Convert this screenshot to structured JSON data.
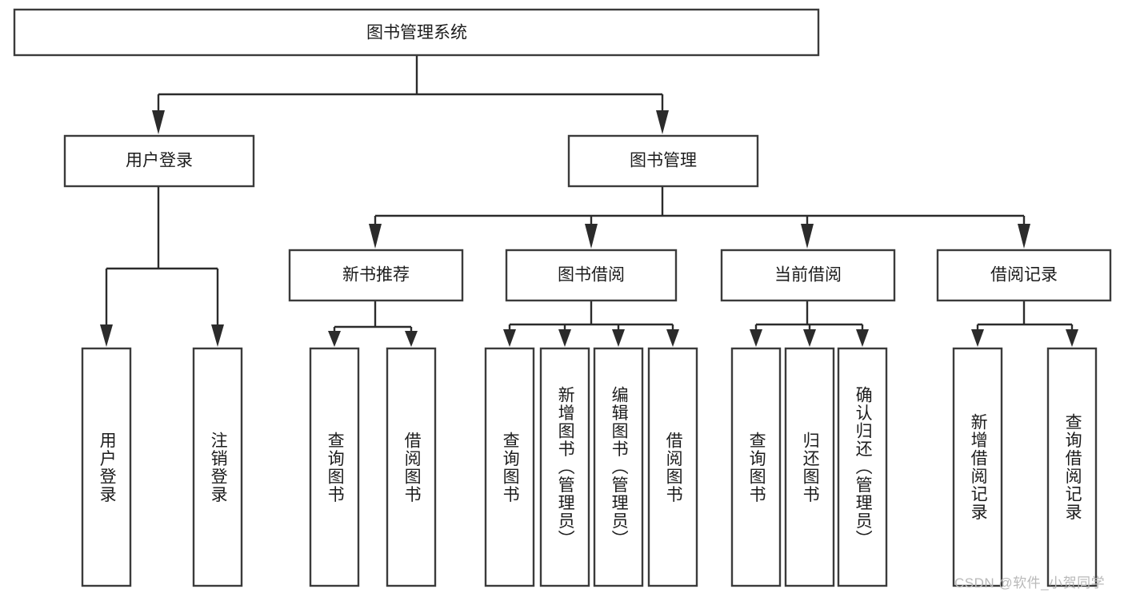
{
  "diagram": {
    "title": "图书管理系统",
    "type": "tree-hierarchy-diagram",
    "root": {
      "id": "root",
      "label": "图书管理系统"
    },
    "level2": [
      {
        "id": "user-login",
        "label": "用户登录"
      },
      {
        "id": "book-manage",
        "label": "图书管理"
      }
    ],
    "level3": [
      {
        "id": "new-book-recommend",
        "label": "新书推荐",
        "parent": "book-manage"
      },
      {
        "id": "book-borrow",
        "label": "图书借阅",
        "parent": "book-manage"
      },
      {
        "id": "current-borrow",
        "label": "当前借阅",
        "parent": "book-manage"
      },
      {
        "id": "borrow-record",
        "label": "借阅记录",
        "parent": "book-manage"
      }
    ],
    "leaves": [
      {
        "id": "leaf-user-login",
        "label": "用户登录",
        "parent": "user-login"
      },
      {
        "id": "leaf-logout-login",
        "label": "注销登录",
        "parent": "user-login"
      },
      {
        "id": "leaf-query-book-1",
        "label": "查询图书",
        "parent": "new-book-recommend"
      },
      {
        "id": "leaf-borrow-book-1",
        "label": "借阅图书",
        "parent": "new-book-recommend"
      },
      {
        "id": "leaf-query-book-2",
        "label": "查询图书",
        "parent": "book-borrow"
      },
      {
        "id": "leaf-add-book",
        "label": "新增图书（管理员）",
        "parent": "book-borrow"
      },
      {
        "id": "leaf-edit-book",
        "label": "编辑图书（管理员）",
        "parent": "book-borrow"
      },
      {
        "id": "leaf-borrow-book-2",
        "label": "借阅图书",
        "parent": "book-borrow"
      },
      {
        "id": "leaf-query-book-3",
        "label": "查询图书",
        "parent": "current-borrow"
      },
      {
        "id": "leaf-return-book",
        "label": "归还图书",
        "parent": "current-borrow"
      },
      {
        "id": "leaf-confirm-return",
        "label": "确认归还（管理员）",
        "parent": "current-borrow"
      },
      {
        "id": "leaf-add-borrow-record",
        "label": "新增借阅记录",
        "parent": "borrow-record"
      },
      {
        "id": "leaf-query-borrow-record",
        "label": "查询借阅记录",
        "parent": "borrow-record"
      }
    ],
    "colors": {
      "box_stroke": "#3b3b3b",
      "box_fill": "#ffffff",
      "connector": "#2b2b2b",
      "text": "#1c1c1c",
      "background": "#ffffff",
      "watermark": "#b9b9b9"
    }
  },
  "watermark": {
    "text": "CSDN @软件_小贺同学"
  }
}
